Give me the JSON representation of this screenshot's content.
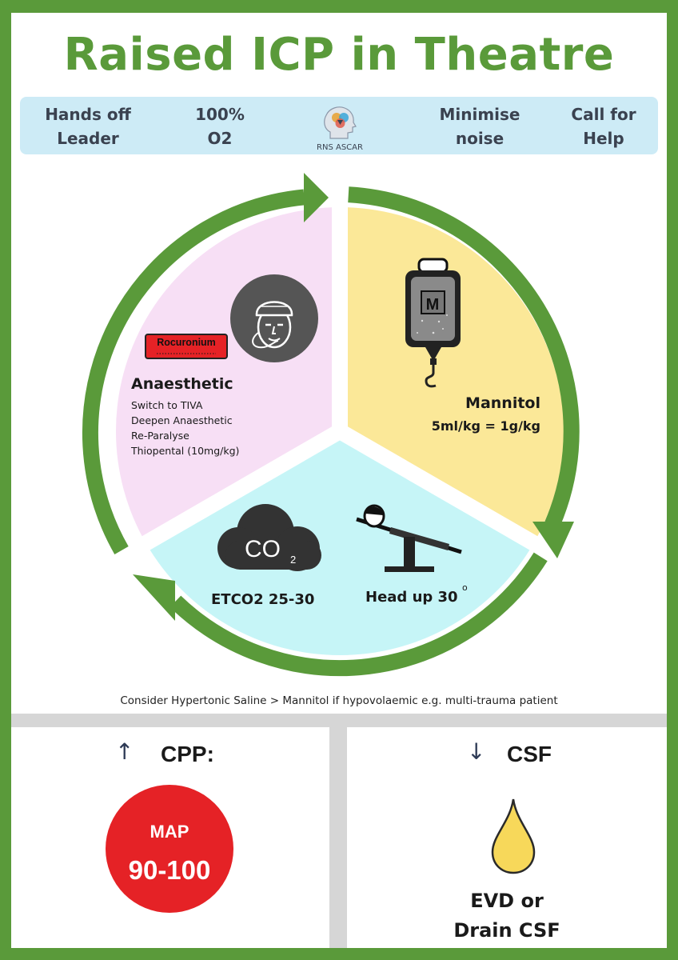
{
  "title": "Raised ICP in Theatre",
  "banner": {
    "items": [
      "Hands off\nLeader",
      "100%\nO2",
      "Minimise\nnoise",
      "Call for\nHelp"
    ],
    "logo_text": "RNS ASCAR"
  },
  "anaesthetic": {
    "drug_label": "Rocuronium",
    "heading": "Anaesthetic",
    "lines": [
      "Switch to TIVA",
      "Deepen Anaesthetic",
      "Re-Paralyse",
      "Thiopental  (10mg/kg)"
    ]
  },
  "mannitol": {
    "bag_letter": "M",
    "heading": "Mannitol",
    "dose": "5ml/kg = 1g/kg"
  },
  "co2": {
    "cloud_text": "CO",
    "cloud_sub": "2",
    "label": "ETCO2 25-30"
  },
  "position": {
    "label": "Head up 30",
    "degree": "o"
  },
  "footnote": "Consider Hypertonic Saline > Mannitol if hypovolaemic e.g. multi-trauma patient",
  "cpp": {
    "arrow": "↑",
    "heading": "CPP:",
    "map_label": "MAP",
    "map_value": "90-100"
  },
  "csf": {
    "arrow": "↓",
    "heading": "CSF",
    "line1": "EVD or",
    "line2": "Drain CSF"
  },
  "colors": {
    "green": "#5a9a3a",
    "pink": "#f7dff5",
    "yellow": "#fbe898",
    "cyan": "#c6f5f7",
    "red": "#e52226",
    "drop": "#f7d85a"
  }
}
